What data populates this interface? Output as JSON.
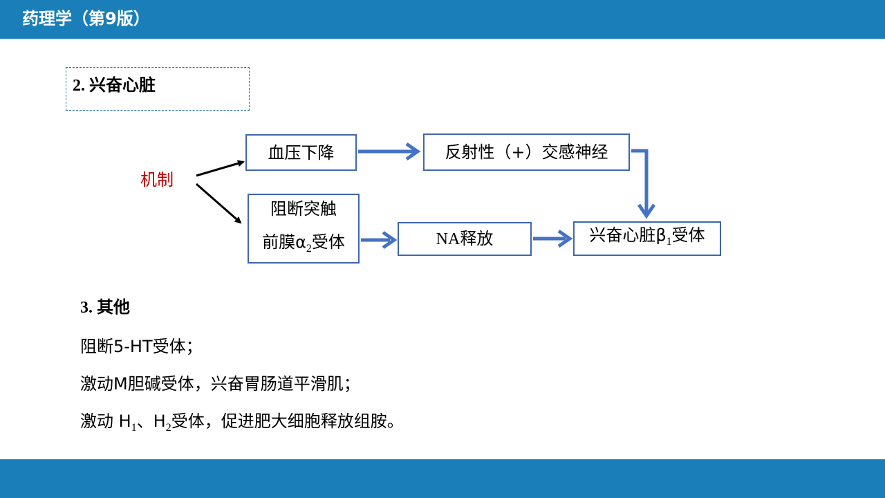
{
  "header": {
    "title": "药理学（第9版）"
  },
  "section2": {
    "heading": "2. 兴奋心脏"
  },
  "diagram": {
    "mechanism_label": "机制",
    "nodes": {
      "bp_drop": "血压下降",
      "reflex": "反射性（+）交感神经",
      "block_line1": "阻断突触",
      "block_line2_pre": "前膜α",
      "block_line2_sub": "2",
      "block_line2_post": "受体",
      "na_release": "NA释放",
      "heart_pre": "兴奋心脏β",
      "heart_sub": "1",
      "heart_post": "受体"
    }
  },
  "section3": {
    "heading": "3. 其他",
    "line1": "阻断5-HT受体；",
    "line2": "激动M胆碱受体，兴奋胃肠道平滑肌；",
    "line3_a": "激动 H",
    "line3_sub1": "1",
    "line3_b": "、H",
    "line3_sub2": "2",
    "line3_c": "受体，促进肥大细胞释放组胺。"
  },
  "colors": {
    "header_bar": "#1a7fb8",
    "node_border": "#3e66ad",
    "arrow_blue": "#4472c4",
    "mechanism_text": "#c00000"
  }
}
